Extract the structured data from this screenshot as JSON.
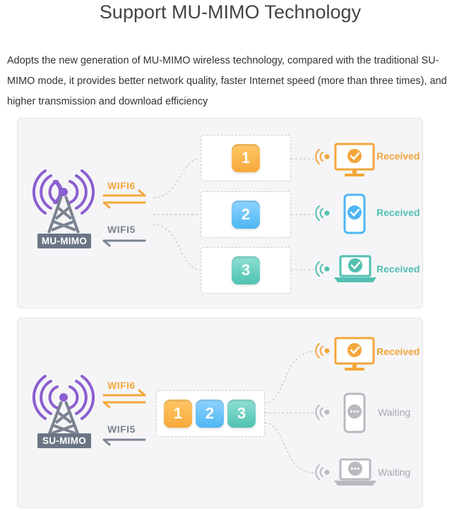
{
  "title": "Support MU-MIMO Technology",
  "description": "Adopts the new generation of MU-MIMO wireless technology, compared with the traditional SU-MIMO mode, it provides better network quality, faster Internet speed (more than three times), and higher transmission and download efficiency",
  "colors": {
    "orange": "#f3a63a",
    "blue": "#4eb6f2",
    "teal": "#52bfb1",
    "gray": "#a5a7ad",
    "purple": "#8b5fd0",
    "tower": "#7b8391"
  },
  "mu_panel": {
    "tower_label": "MU-MIMO",
    "wifi6_label": "WIFI6",
    "wifi5_label": "WIFI5",
    "files": [
      "1",
      "2",
      "3"
    ],
    "devices": [
      {
        "icon": "monitor-icon",
        "status_icon": "check-icon",
        "status": "Received"
      },
      {
        "icon": "phone-icon",
        "status_icon": "check-icon",
        "status": "Received"
      },
      {
        "icon": "laptop-icon",
        "status_icon": "check-icon",
        "status": "Received"
      }
    ]
  },
  "su_panel": {
    "tower_label": "SU-MIMO",
    "wifi6_label": "WIFI6",
    "wifi5_label": "WIFI5",
    "files": [
      "1",
      "2",
      "3"
    ],
    "devices": [
      {
        "icon": "monitor-icon",
        "status_icon": "check-icon",
        "status": "Received"
      },
      {
        "icon": "phone-icon",
        "status_icon": "dots-icon",
        "status": "Waiting"
      },
      {
        "icon": "laptop-icon",
        "status_icon": "dots-icon",
        "status": "Waiting"
      }
    ]
  }
}
